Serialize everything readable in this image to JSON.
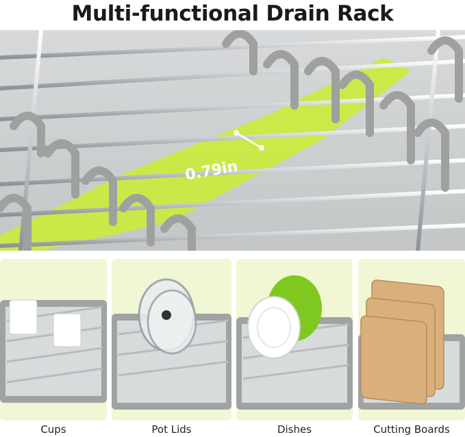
{
  "header": {
    "title": "Multi-functional Drain Rack"
  },
  "hero": {
    "measurement": "0.79in",
    "accent_color": "#c9ec3a"
  },
  "panels": [
    {
      "label": "Cups"
    },
    {
      "label": "Pot Lids"
    },
    {
      "label": "Dishes"
    },
    {
      "label": "Cutting Boards"
    }
  ],
  "colors": {
    "panel_bg": "#f1f7d4",
    "rack_gray": "#a7aaa8",
    "steel": "#d6d9dc"
  }
}
